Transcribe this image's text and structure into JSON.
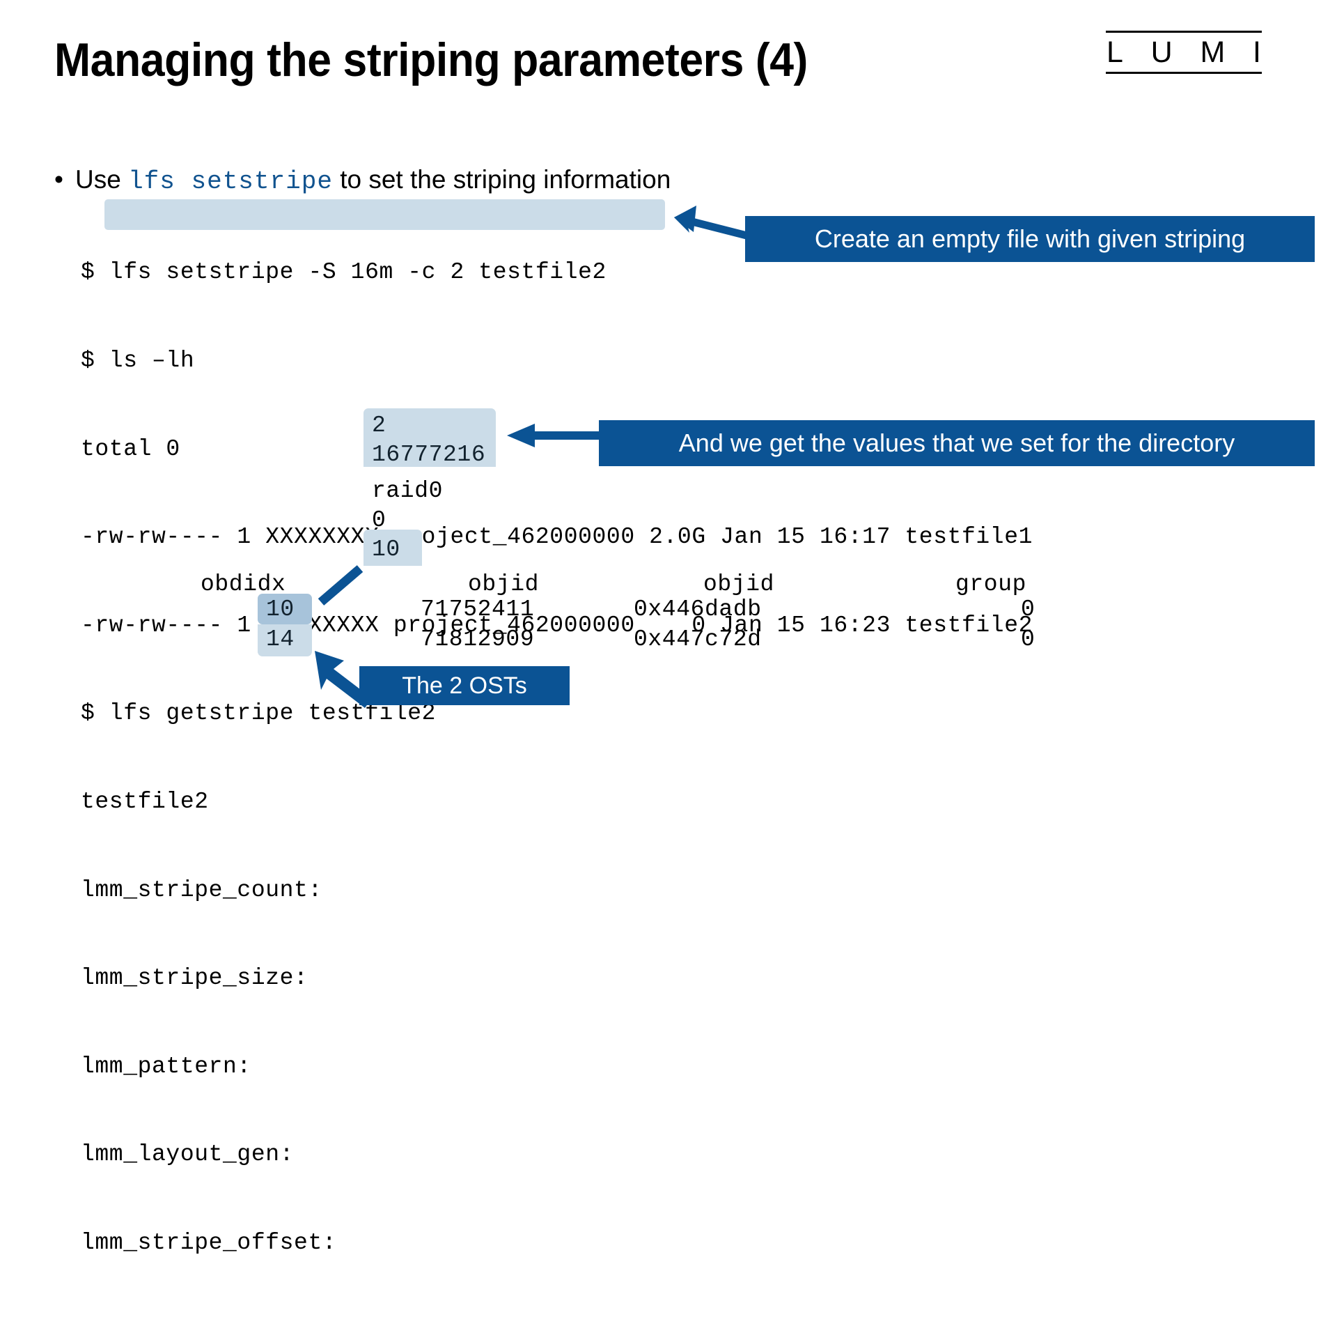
{
  "slide": {
    "title": "Managing the striping parameters (4)",
    "logo": {
      "name": "LUMI",
      "letters": [
        "L",
        "U",
        "M",
        "I"
      ]
    },
    "colors": {
      "accent_blue": "#0B5394",
      "code_blue": "#11538F",
      "highlight_light": "#CBDCE8",
      "highlight_dark": "#A7C3DA",
      "text": "#000000"
    }
  },
  "bullet": {
    "marker": "•",
    "text_before": "Use ",
    "code": "lfs setstripe",
    "text_after": " to set the striping information"
  },
  "terminal": {
    "lines": [
      "$ lfs setstripe -S 16m -c 2 testfile2",
      "$ ls –lh",
      "total 0",
      "-rw-rw---- 1 XXXXXXXX project_462000000 2.0G Jan 15 16:17 testfile1",
      "-rw-rw---- 1 XXXXXXXX project_462000000    0 Jan 15 16:23 testfile2",
      "$ lfs getstripe testfile2",
      "testfile2",
      "lmm_stripe_count:  2",
      "lmm_stripe_size:   16777216",
      "lmm_pattern:       raid0",
      "lmm_layout_gen:    0",
      "lmm_stripe_offset: 10"
    ],
    "command_1": "lfs setstripe -S 16m -c 2 testfile2",
    "prompt": "$",
    "values": {
      "stripe_count": "2",
      "stripe_size": "16777216",
      "pattern": "raid0",
      "layout_gen": "0",
      "stripe_offset": "10"
    },
    "labels": {
      "stripe_count": "lmm_stripe_count:",
      "stripe_size": "lmm_stripe_size:",
      "pattern": "lmm_pattern:",
      "layout_gen": "lmm_layout_gen:",
      "stripe_offset": "lmm_stripe_offset:"
    }
  },
  "ost_table": {
    "headers": [
      "obdidx",
      "objid",
      "objid",
      "group"
    ],
    "rows": [
      {
        "obdidx": "10",
        "objid_dec": "71752411",
        "objid_hex": "0x446dadb",
        "group": "0"
      },
      {
        "obdidx": "14",
        "objid_dec": "71812909",
        "objid_hex": "0x447c72d",
        "group": "0"
      }
    ]
  },
  "callouts": [
    {
      "id": "create-file",
      "text": "Create an empty file with given striping"
    },
    {
      "id": "values-set",
      "text": "And we get the values that we set for the directory"
    },
    {
      "id": "two-osts",
      "text": "The 2 OSTs"
    }
  ]
}
